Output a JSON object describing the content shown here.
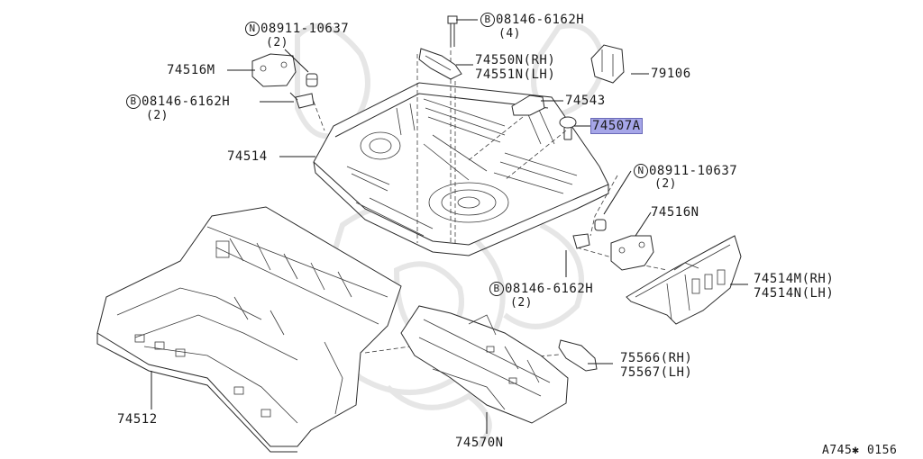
{
  "labels": {
    "bolt_top": "08146-6162H",
    "bolt_top_qty": "(4)",
    "nut_top_left": "08911-10637",
    "nut_top_left_qty": "(2)",
    "bracket_left": "74516M",
    "bolt_left": "08146-6162H",
    "bolt_left_qty": "(2)",
    "bracket_rh": "74550N(RH)",
    "bracket_lh": "74551N(LH)",
    "clip": "79106",
    "bracket_center": "74543",
    "plug": "74507A",
    "rear_floor": "74514",
    "nut_right": "08911-10637",
    "nut_right_qty": "(2)",
    "bracket_right": "74516N",
    "bolt_bottom": "08146-6162H",
    "bolt_bottom_qty": "(2)",
    "ext_rh": "74514M(RH)",
    "ext_lh": "74514N(LH)",
    "member_rh": "75566(RH)",
    "member_lh": "75567(LH)",
    "front_floor": "74512",
    "side_member": "74570N",
    "figure_code": "A745✱ 0156"
  },
  "symbols": {
    "bolt": "B",
    "nut": "N"
  },
  "highlight_color": "#a6a6e8"
}
